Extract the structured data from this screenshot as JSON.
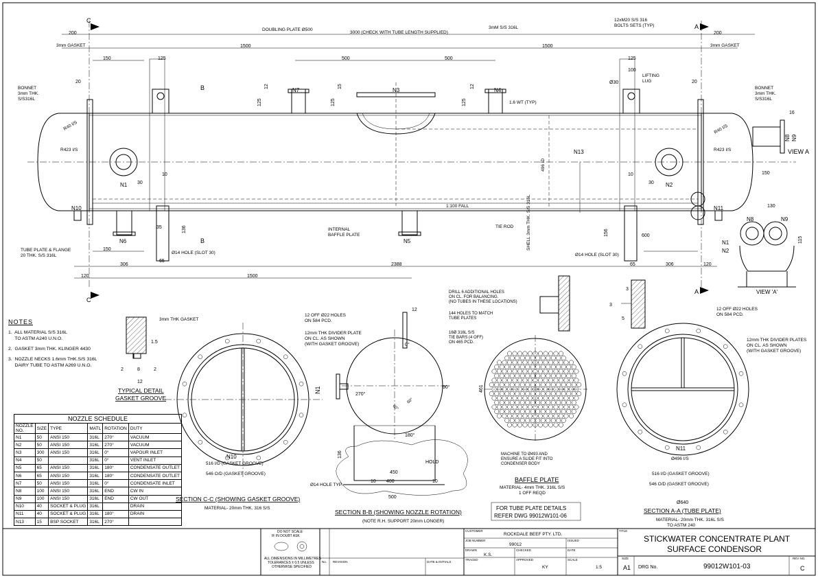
{
  "title_block": {
    "title_label": "TITLE",
    "title_line1": "STICKWATER CONCENTRATE PLANT",
    "title_line2": "SURFACE CONDENSOR",
    "customer_label": "CUSTOMER",
    "customer": "ROCKDALE BEEF PTY. LTD.",
    "job_label": "JOB NUMBER",
    "job_number": "99012",
    "issued_label": "ISSUED",
    "drawn_label": "DRAWN",
    "drawn": "K.S.",
    "checked_label": "CHECKED",
    "date_label": "DATE",
    "traced_label": "TRACED",
    "approved_label": "APPROVED",
    "approved": "KY",
    "scale_label": "SCALE",
    "scale": "1:5",
    "size_label": "SIZE",
    "size": "A1",
    "drg_label": "DRG No.",
    "drg_number": "99012W101-03",
    "rev_label": "REV NO.",
    "rev": "C",
    "no_label": "No.",
    "revision_label": "REVISION",
    "date_initials_label": "DATE & INITIALS",
    "do_not_scale": "DO NOT SCALE\nIF IN DOUBT ASK",
    "tolerances": "ALL DIMENSIONS IN MILLIMETRES\nTOLERANCES ± 0.5 UNLESS\nOTHERWISE SPECIFIED"
  },
  "notes": {
    "heading": "NOTES",
    "items": [
      "1.  ALL MATERIAL S/S 316L\n     TO ASTM A240 U.N.O.",
      "2.  GASKET 3mm THK. KLINGER 4430",
      "3.  NOZZLE NECKS 1.6mm THK.S/S 316L\n     DAIRY TUBE TO ASTM A269 U.N.O."
    ]
  },
  "nozzle_schedule": {
    "title": "NOZZLE SCHEDULE",
    "headers": [
      "NOZZLE NO.",
      "SIZE",
      "TYPE",
      "MATL",
      "ROTATION",
      "DUTY"
    ],
    "rows": [
      [
        "N1",
        "50",
        "ANSI 150",
        "316L",
        "270°",
        "VACUUM"
      ],
      [
        "N2",
        "50",
        "ANSI 150",
        "316L",
        "270°",
        "VACUUM"
      ],
      [
        "N3",
        "300",
        "ANSI 150",
        "316L",
        "0°",
        "VAPOUR INLET"
      ],
      [
        "N4",
        "50",
        "",
        "316L",
        "0°",
        "VENT INLET"
      ],
      [
        "N5",
        "65",
        "ANSI 150",
        "316L",
        "180°",
        "CONDENSATE OUTLET"
      ],
      [
        "N6",
        "65",
        "ANSI 150",
        "316L",
        "180°",
        "CONDENSATE OUTLET"
      ],
      [
        "N7",
        "50",
        "ANSI 150",
        "316L",
        "0°",
        "CONDENSATE INLET"
      ],
      [
        "N8",
        "100",
        "ANSI 150",
        "316L",
        "END",
        "CW IN"
      ],
      [
        "N9",
        "100",
        "ANSI 150",
        "316L",
        "END",
        "CW OUT"
      ],
      [
        "N10",
        "40",
        "SOCKET & PLUG",
        "316L",
        "",
        "DRAIN"
      ],
      [
        "N11",
        "40",
        "SOCKET & PLUG",
        "316L",
        "180°",
        "DRAIN"
      ],
      [
        "N13",
        "15",
        "BSP SOCKET",
        "316L",
        "270°",
        ""
      ]
    ]
  },
  "labels": {
    "doubling_plate": "DOUBLING PLATE Ø500",
    "ss316": "3mM S/S 316L",
    "bolts": "12xM20 S/S 316\nBOLTS SETS (TYP)",
    "overall": "3000 (CHECK WITH TUBE LENGTH SUPPLIED)",
    "bonnet_left": "BONNET\n3mm THK.\nS/S316L",
    "bonnet_right": "BONNET\n3mm THK.\nS/S316L",
    "gasket_left": "3mm GASKET",
    "gasket_right": "3mm GASKET",
    "lifting_lug": "LIFTING\nLUG",
    "wt": "1.6 WT (TYP)",
    "r40": "R40 I/S",
    "r423": "R423 I/S",
    "r40r": "R40 I/S",
    "r423r": "R423 I/S",
    "id496": "496 ID",
    "shell": "SHELL 3mm THK.\nS/S 316L",
    "fall": "1:100 FALL",
    "tie_rod": "TIE ROD",
    "baffle": "INTERNAL\nBAFFLE PLATE",
    "tubeplate": "TUBE PLATE & FLANGE\n20 THK. S/S 316L",
    "hole14a": "Ø14 HOLE (SLOT 30)",
    "hole14b": "Ø14 HOLE (SLOT 30)",
    "view_a": "VIEW A",
    "view_a2": "VIEW 'A'",
    "gasket3": "3mm THK GASKET",
    "typical_detail": "TYPICAL DETAIL\nGASKET GROOVE",
    "holes22": "12 OFF Ø22 HOLES\nON 584 PCD.",
    "divider": "12mm THK DIVIDER PLATE\nON CL. AS SHOWN\n(WITH GASKET GROOVE)",
    "holes22b": "12 OFF Ø22 HOLES\nON 584 PCD.",
    "dividers": "12mm THK DIVIDER PLATES\nON CL. AS SHOWN\n(WITH GASKET GROOVE)",
    "drill": "DRILL 6 ADDITIONAL HOLES\nON CL. FOR BALANCING.\n(NO TUBES IN THESE LOCATIONS)",
    "holes144": "144 HOLES TO MATCH\nTUBE PLATES",
    "tiebars": "16Ø 316L S/S\nTIE BARS (4 OFF)\nON 465 PCD.",
    "machine": "MACHINE TO Ø493 AND\nENSURE A SLIDE FIT INTO\nCONDENSER BODY",
    "baffle_plate": "BAFFLE PLATE",
    "baffle_mat": "MATERIAL- 4mm THK. 316L S/S\n1 OFF REQD",
    "for_tube": "FOR TUBE PLATE DETAILS\nREFER DWG 99012W101-06",
    "sec_cc": "SECTION C-C (SHOWING GASKET GROOVE)",
    "sec_cc_mat": "MATERIAL- 20mm THK. 316 S/S",
    "sec_bb": "SECTION B-B (SHOWING NOZZLE ROTATION)",
    "sec_bb_note": "(NOTE R.H. SUPPORT 20mm LONGER)",
    "sec_aa": "SECTION A-A (TUBE PLATE)",
    "sec_aa_mat": "MATERIAL- 20mm THK. 316L S/S\nTO ASTM 240",
    "groove516": "516 I/D (GASKET GROOVE)",
    "groove546": "546 O/D (GASKET GROOVE)",
    "groove516b": "516 I/D (GASKET GROOVE)",
    "groove546b": "546 O/D (GASKET GROOVE)",
    "d496": "Ø496 I/S",
    "d640": "Ø640",
    "hold": "HOLD",
    "hole14typ": "Ø14 HOLE TYP.",
    "n1": "N1",
    "n2": "N2",
    "n3": "N3",
    "n4": "N4",
    "n5": "N5",
    "n6": "N6",
    "n7": "N7",
    "n8": "N8",
    "n9": "N9",
    "n10": "N10",
    "n11": "N11",
    "n13": "N13",
    "n10b": "N10",
    "n11b": "N11",
    "n1b": "N1",
    "n1c": "N1",
    "n2c": "N2",
    "n8c": "N8",
    "n9c": "N9",
    "sec_a": "A",
    "sec_b": "B",
    "sec_c": "C"
  },
  "dims": {
    "d200": "200",
    "d200r": "200",
    "d1500a": "1500",
    "d1500b": "1500",
    "d1500c": "1500",
    "d150a": "150",
    "d125a": "125",
    "d20a": "20",
    "d500a": "500",
    "d500b": "500",
    "d125b": "125",
    "d100": "100",
    "d30": "Ø30",
    "d20b": "20",
    "d12a": "12",
    "d15a": "15",
    "d12b": "12",
    "d125c": "125",
    "d125d": "125",
    "d125e": "125",
    "d306a": "306",
    "d306b": "306",
    "d120a": "120",
    "d120b": "120",
    "d2388": "2388",
    "d150b": "150",
    "d150c": "150",
    "d600": "600",
    "d156": "156",
    "d136": "136",
    "d65a": "65",
    "d65b": "65",
    "d35": "35",
    "d10a": "10",
    "d10b": "10",
    "d30b": "30",
    "d30c": "30",
    "d16": "16",
    "d130": "130",
    "d115": "115",
    "d450": "450",
    "d400": "400",
    "d500c": "500",
    "d10c": "10",
    "d10d": "10",
    "d136b": "136",
    "d461": "461",
    "d12c": "12",
    "a0": "0°",
    "a90": "90°",
    "a180": "180°",
    "a270": "270°",
    "a60a": "60°",
    "a60b": "60°",
    "g15": "1.5",
    "g2a": "2",
    "g8": "8",
    "g2b": "2",
    "g12": "12",
    "d3a": "3",
    "d3b": "3",
    "d5": "5"
  }
}
